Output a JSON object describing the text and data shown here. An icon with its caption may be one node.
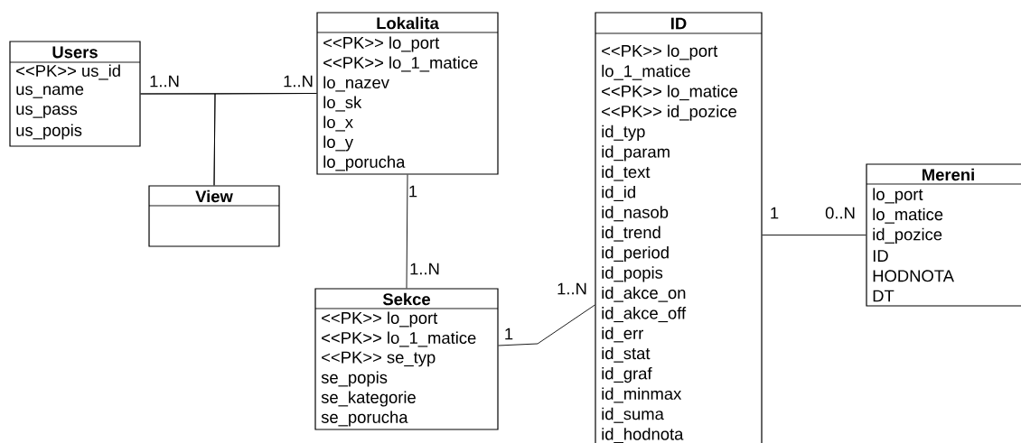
{
  "diagram": {
    "nodes": [
      {
        "text": [
          "Users",
          "<<PK>> us_id",
          "us_name",
          "us_pass",
          "us_popis"
        ]
      },
      {
        "text": [
          "Lokalita",
          "<<PK>> lo_port",
          "<<PK>> lo_1_matice",
          "lo_nazev",
          "lo_sk",
          "lo_x",
          "lo_y",
          "lo_porucha"
        ]
      },
      {
        "text": [
          "View"
        ]
      },
      {
        "text": [
          "Sekce",
          "<<PK>> lo_port",
          "<<PK>> lo_1_matice",
          "<<PK>> se_typ",
          "se_popis",
          "se_kategorie",
          "se_porucha"
        ]
      },
      {
        "text": [
          "ID",
          "<<PK>> lo_port",
          "lo_1_matice",
          "<<PK>> lo_matice",
          "<<PK>> id_pozice",
          "id_typ",
          "id_param",
          "id_text",
          "id_id",
          "id_nasob",
          "id_trend",
          "id_period",
          "id_popis",
          "id_akce_on",
          "id_akce_off",
          "id_err",
          "id_stat",
          "id_graf",
          "id_minmax",
          "id_suma",
          "id_hodnota"
        ]
      },
      {
        "text": [
          "Mereni",
          "lo_port",
          "lo_matice",
          "id_pozice",
          "ID",
          "HODNOTA",
          "DT"
        ]
      }
    ],
    "edges": [
      {
        "from": 0,
        "to": 1,
        "arrow": "none"
      },
      {
        "from": 2,
        "to": 0,
        "arrow": "none"
      },
      {
        "from": 2,
        "to": 1,
        "arrow": "none"
      },
      {
        "from": 1,
        "to": 3,
        "arrow": "none"
      },
      {
        "from": 3,
        "to": 4,
        "arrow": "none"
      },
      {
        "from": 4,
        "to": 5,
        "arrow": "none"
      }
    ],
    "labels": [
      "1..N",
      "1..N",
      "1",
      "1..N",
      "1..N",
      "1",
      "1",
      "0..N"
    ]
  }
}
